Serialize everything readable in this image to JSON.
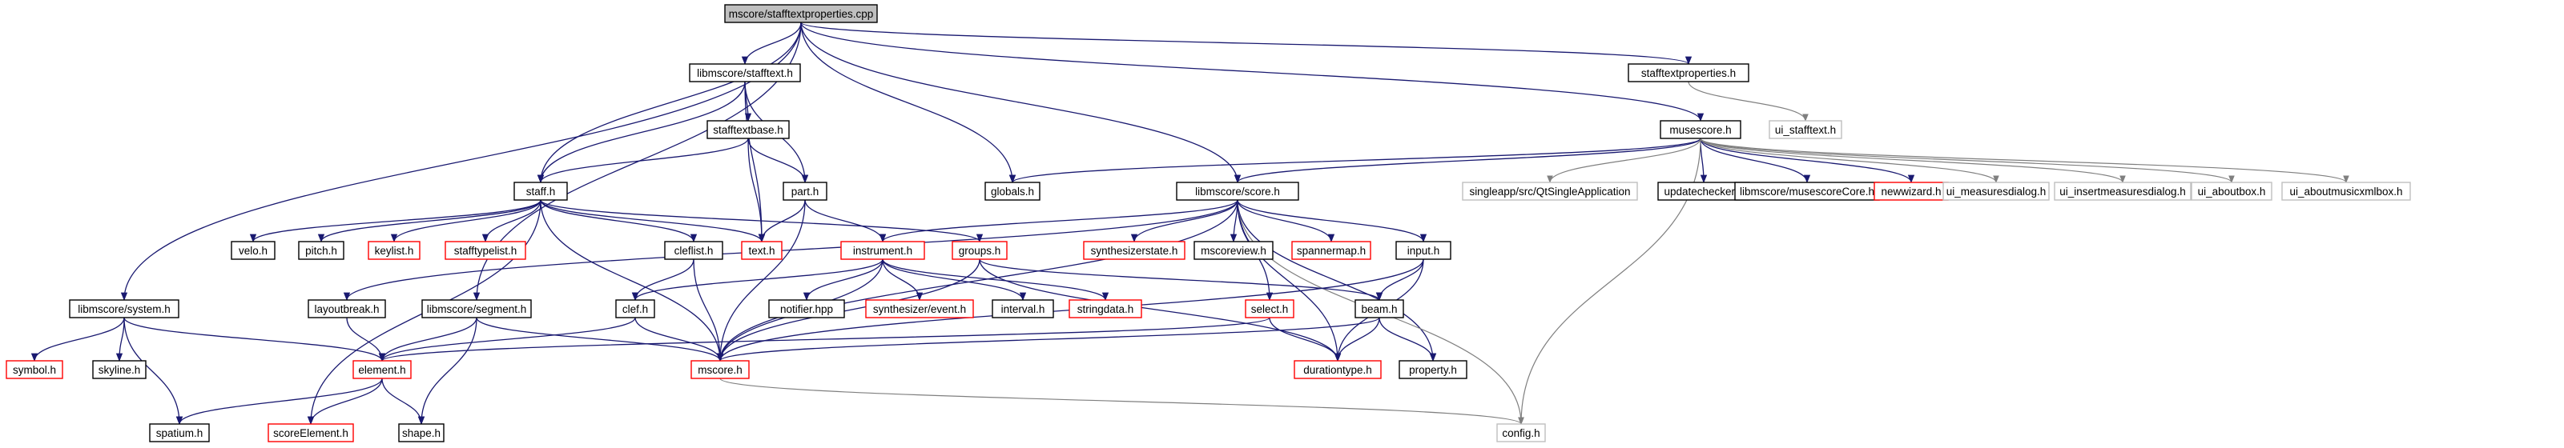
{
  "colors": {
    "root_fill": "#bfbfbf",
    "normal_border": "#000000",
    "missing_border": "#ff0000",
    "external_border": "#bfbfbf",
    "edge": "#191970",
    "edge_external": "#7f7f7f"
  },
  "nodes": [
    {
      "id": "root",
      "label": "mscore/stafftextproperties.cpp",
      "kind": "root"
    },
    {
      "id": "stafftext",
      "label": "libmscore/stafftext.h",
      "kind": "normal"
    },
    {
      "id": "stafftextbase",
      "label": "stafftextbase.h",
      "kind": "normal"
    },
    {
      "id": "staff",
      "label": "staff.h",
      "kind": "normal"
    },
    {
      "id": "part",
      "label": "part.h",
      "kind": "normal"
    },
    {
      "id": "globals",
      "label": "globals.h",
      "kind": "normal"
    },
    {
      "id": "stp",
      "label": "stafftextproperties.h",
      "kind": "normal"
    },
    {
      "id": "ui_stafftext",
      "label": "ui_stafftext.h",
      "kind": "external"
    },
    {
      "id": "musescore",
      "label": "musescore.h",
      "kind": "normal"
    },
    {
      "id": "score",
      "label": "libmscore/score.h",
      "kind": "normal"
    },
    {
      "id": "system",
      "label": "libmscore/system.h",
      "kind": "normal"
    },
    {
      "id": "velo",
      "label": "velo.h",
      "kind": "normal"
    },
    {
      "id": "pitch",
      "label": "pitch.h",
      "kind": "normal"
    },
    {
      "id": "keylist",
      "label": "keylist.h",
      "kind": "missing"
    },
    {
      "id": "stafftypelist",
      "label": "stafftypelist.h",
      "kind": "missing"
    },
    {
      "id": "text",
      "label": "text.h",
      "kind": "missing"
    },
    {
      "id": "instrument",
      "label": "instrument.h",
      "kind": "missing"
    },
    {
      "id": "groups",
      "label": "groups.h",
      "kind": "missing"
    },
    {
      "id": "synthstate",
      "label": "synthesizerstate.h",
      "kind": "missing"
    },
    {
      "id": "mscoreview",
      "label": "mscoreview.h",
      "kind": "normal"
    },
    {
      "id": "spannermap",
      "label": "spannermap.h",
      "kind": "missing"
    },
    {
      "id": "input",
      "label": "input.h",
      "kind": "normal"
    },
    {
      "id": "singleapp",
      "label": "singleapp/src/QtSingleApplication",
      "kind": "external"
    },
    {
      "id": "updatechecker",
      "label": "updatechecker.h",
      "kind": "normal"
    },
    {
      "id": "musescorecore",
      "label": "libmscore/musescoreCore.h",
      "kind": "normal"
    },
    {
      "id": "newwizard",
      "label": "newwizard.h",
      "kind": "missing"
    },
    {
      "id": "ui_measures",
      "label": "ui_measuresdialog.h",
      "kind": "external"
    },
    {
      "id": "ui_insertmeasures",
      "label": "ui_insertmeasuresdialog.h",
      "kind": "external"
    },
    {
      "id": "ui_aboutbox",
      "label": "ui_aboutbox.h",
      "kind": "external"
    },
    {
      "id": "ui_aboutmusicxml",
      "label": "ui_aboutmusicxmlbox.h",
      "kind": "external"
    },
    {
      "id": "clefflist",
      "label": "cleflist.h",
      "kind": "normal"
    },
    {
      "id": "layoutbreak",
      "label": "layoutbreak.h",
      "kind": "normal"
    },
    {
      "id": "segment",
      "label": "libmscore/segment.h",
      "kind": "normal"
    },
    {
      "id": "clef",
      "label": "clef.h",
      "kind": "normal"
    },
    {
      "id": "notifier",
      "label": "notifier.hpp",
      "kind": "normal"
    },
    {
      "id": "synthevent",
      "label": "synthesizer/event.h",
      "kind": "missing"
    },
    {
      "id": "interval",
      "label": "interval.h",
      "kind": "normal"
    },
    {
      "id": "stringdata",
      "label": "stringdata.h",
      "kind": "missing"
    },
    {
      "id": "select",
      "label": "select.h",
      "kind": "missing"
    },
    {
      "id": "beam",
      "label": "beam.h",
      "kind": "normal"
    },
    {
      "id": "symbol",
      "label": "symbol.h",
      "kind": "missing"
    },
    {
      "id": "skyline",
      "label": "skyline.h",
      "kind": "normal"
    },
    {
      "id": "element",
      "label": "element.h",
      "kind": "missing"
    },
    {
      "id": "mscore",
      "label": "mscore.h",
      "kind": "missing"
    },
    {
      "id": "durationtype",
      "label": "durationtype.h",
      "kind": "missing"
    },
    {
      "id": "property",
      "label": "property.h",
      "kind": "normal"
    },
    {
      "id": "spatium",
      "label": "spatium.h",
      "kind": "normal"
    },
    {
      "id": "scoreelement",
      "label": "scoreElement.h",
      "kind": "missing"
    },
    {
      "id": "shape",
      "label": "shape.h",
      "kind": "normal"
    },
    {
      "id": "config",
      "label": "config.h",
      "kind": "external"
    }
  ],
  "edges": [
    [
      "root",
      "stafftext"
    ],
    [
      "root",
      "staff"
    ],
    [
      "root",
      "globals"
    ],
    [
      "root",
      "stp"
    ],
    [
      "root",
      "musescore"
    ],
    [
      "root",
      "score"
    ],
    [
      "root",
      "system"
    ],
    [
      "root",
      "segment"
    ],
    [
      "stafftext",
      "stafftextbase"
    ],
    [
      "stafftext",
      "staff"
    ],
    [
      "stafftext",
      "part"
    ],
    [
      "stafftext",
      "text"
    ],
    [
      "stafftextbase",
      "staff"
    ],
    [
      "stafftextbase",
      "part"
    ],
    [
      "stafftextbase",
      "text"
    ],
    [
      "stp",
      "ui_stafftext"
    ],
    [
      "musescore",
      "globals"
    ],
    [
      "musescore",
      "score"
    ],
    [
      "musescore",
      "singleapp"
    ],
    [
      "musescore",
      "updatechecker"
    ],
    [
      "musescore",
      "musescorecore"
    ],
    [
      "musescore",
      "newwizard"
    ],
    [
      "musescore",
      "ui_measures"
    ],
    [
      "musescore",
      "ui_insertmeasures"
    ],
    [
      "musescore",
      "ui_aboutbox"
    ],
    [
      "musescore",
      "ui_aboutmusicxml"
    ],
    [
      "musescore",
      "config"
    ],
    [
      "staff",
      "velo"
    ],
    [
      "staff",
      "pitch"
    ],
    [
      "staff",
      "keylist"
    ],
    [
      "staff",
      "stafftypelist"
    ],
    [
      "staff",
      "text"
    ],
    [
      "staff",
      "groups"
    ],
    [
      "staff",
      "clefflist"
    ],
    [
      "staff",
      "mscore"
    ],
    [
      "staff",
      "scoreelement"
    ],
    [
      "part",
      "text"
    ],
    [
      "part",
      "instrument"
    ],
    [
      "part",
      "mscore"
    ],
    [
      "score",
      "layoutbreak"
    ],
    [
      "score",
      "instrument"
    ],
    [
      "score",
      "synthstate"
    ],
    [
      "score",
      "mscoreview"
    ],
    [
      "score",
      "spannermap"
    ],
    [
      "score",
      "input"
    ],
    [
      "score",
      "select"
    ],
    [
      "score",
      "property"
    ],
    [
      "score",
      "config"
    ],
    [
      "score",
      "mscore"
    ],
    [
      "score",
      "durationtype"
    ],
    [
      "instrument",
      "clef"
    ],
    [
      "instrument",
      "notifier"
    ],
    [
      "instrument",
      "synthevent"
    ],
    [
      "instrument",
      "interval"
    ],
    [
      "instrument",
      "stringdata"
    ],
    [
      "instrument",
      "mscore"
    ],
    [
      "groups",
      "beam"
    ],
    [
      "groups",
      "durationtype"
    ],
    [
      "groups",
      "mscore"
    ],
    [
      "input",
      "beam"
    ],
    [
      "input",
      "mscore"
    ],
    [
      "input",
      "durationtype"
    ],
    [
      "clefflist",
      "clef"
    ],
    [
      "clefflist",
      "mscore"
    ],
    [
      "clef",
      "element"
    ],
    [
      "clef",
      "mscore"
    ],
    [
      "layoutbreak",
      "element"
    ],
    [
      "segment",
      "element"
    ],
    [
      "segment",
      "mscore"
    ],
    [
      "segment",
      "shape"
    ],
    [
      "system",
      "symbol"
    ],
    [
      "system",
      "skyline"
    ],
    [
      "system",
      "spatium"
    ],
    [
      "system",
      "element"
    ],
    [
      "select",
      "durationtype"
    ],
    [
      "select",
      "element"
    ],
    [
      "beam",
      "mscore"
    ],
    [
      "beam",
      "durationtype"
    ],
    [
      "beam",
      "property"
    ],
    [
      "element",
      "spatium"
    ],
    [
      "element",
      "scoreelement"
    ],
    [
      "element",
      "shape"
    ],
    [
      "mscore",
      "config"
    ]
  ]
}
